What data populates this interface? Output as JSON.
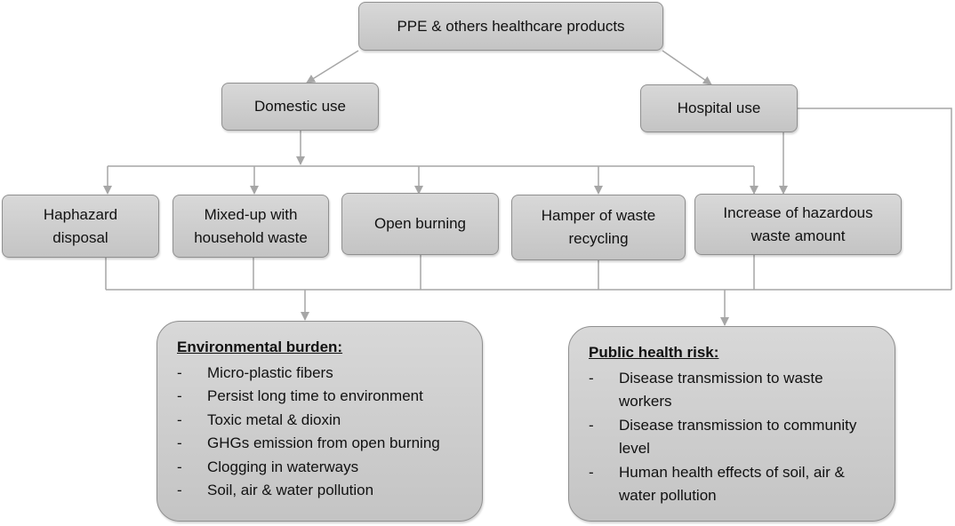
{
  "top": {
    "label": "PPE & others healthcare products"
  },
  "domestic": {
    "label": "Domestic use"
  },
  "hospital": {
    "label": "Hospital use"
  },
  "impacts": [
    {
      "label": "Haphazard\ndisposal"
    },
    {
      "label": "Mixed-up with\nhousehold  waste"
    },
    {
      "label": "Open burning"
    },
    {
      "label": "Hamper of waste\nrecycling"
    },
    {
      "label": "Increase of hazardous\nwaste amount"
    }
  ],
  "environmental": {
    "heading": "Environmental burden:",
    "bullet": "-",
    "items": [
      "Micro-plastic fibers",
      "Persist long time to environment",
      "Toxic metal & dioxin",
      "GHGs emission from open burning",
      "Clogging in waterways",
      "Soil, air & water pollution"
    ]
  },
  "health": {
    "heading": "Public health risk:",
    "bullet": "-",
    "items": [
      "Disease transmission to waste workers",
      "Disease transmission to community level",
      "Human health effects of soil, air & water pollution"
    ]
  },
  "colors": {
    "line": "#a6a6a6",
    "box_fill": "#cfcfcf",
    "box_border": "#8f8f8f"
  }
}
